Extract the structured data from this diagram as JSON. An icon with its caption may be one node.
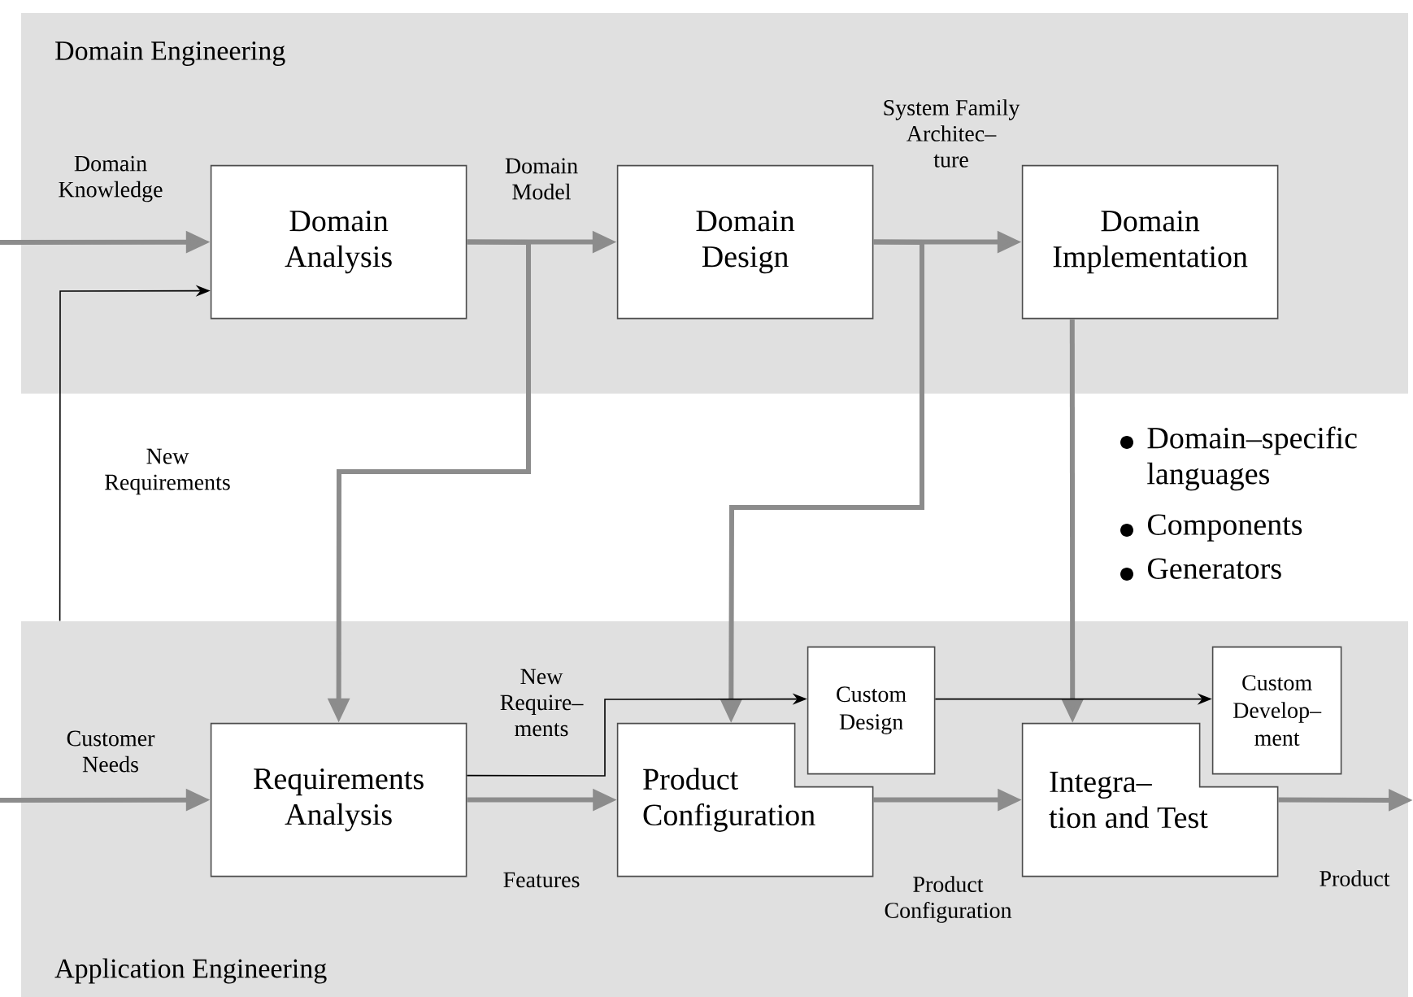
{
  "diagram": {
    "nodes": [
      {
        "text": [
          "Domain Engineering"
        ]
      },
      {
        "text": [
          "Application Engineering"
        ]
      },
      {
        "text": [
          "Domain Analysis"
        ],
        "in": 0
      },
      {
        "text": [
          "Domain Design"
        ],
        "in": 0
      },
      {
        "text": [
          "Domain Implementation"
        ],
        "in": 0
      },
      {
        "text": [
          "Requirements Analysis"
        ],
        "in": 1
      },
      {
        "text": [
          "Product Configuration"
        ],
        "in": 1
      },
      {
        "text": [
          "Custom Design"
        ],
        "in": 1
      },
      {
        "text": [
          "Integra– tion and Test"
        ],
        "in": 1
      },
      {
        "text": [
          "Custom Develop– ment"
        ],
        "in": 1
      }
    ],
    "edges": [
      {
        "from": null,
        "to": 2,
        "arrow": "to",
        "label": "Domain Knowledge"
      },
      {
        "from": 2,
        "to": 3,
        "arrow": "to",
        "label": "Domain Model"
      },
      {
        "from": 3,
        "to": 4,
        "arrow": "to",
        "label": "System Family Architec– ture"
      },
      {
        "from": 2,
        "to": 5,
        "arrow": "to"
      },
      {
        "from": 3,
        "to": 6,
        "arrow": "to"
      },
      {
        "from": 4,
        "to": 8,
        "arrow": "to"
      },
      {
        "from": 1,
        "to": 2,
        "arrow": "to",
        "label": "New Requirements",
        "color": "#000000"
      },
      {
        "from": null,
        "to": 5,
        "arrow": "to",
        "label": "Customer Needs"
      },
      {
        "from": 5,
        "to": 6,
        "arrow": "to",
        "label": "Features"
      },
      {
        "from": 5,
        "to": 7,
        "arrow": "to",
        "label": "New Require– ments",
        "color": "#000000"
      },
      {
        "from": 7,
        "to": 9,
        "arrow": "to",
        "color": "#000000"
      },
      {
        "from": 6,
        "to": 8,
        "arrow": "to",
        "label": "Product Configuration"
      },
      {
        "from": 8,
        "to": null,
        "arrow": "to",
        "label": "Product"
      }
    ],
    "labels": [
      "Domain–specific languages",
      "Components",
      "Generators"
    ]
  }
}
